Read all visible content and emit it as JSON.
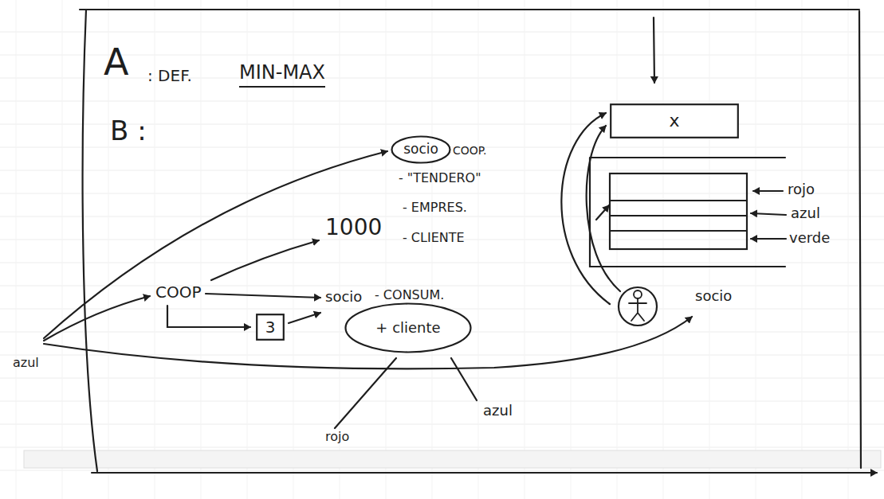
{
  "diagram": {
    "nodes": [
      {
        "text": [
          "socio"
        ]
      },
      {
        "text": [
          "x"
        ]
      },
      {
        "text": [
          "3"
        ]
      },
      {
        "text": [
          "+ cliente"
        ]
      }
    ],
    "labels": [
      "A",
      ": DEF.",
      "MIN-MAX",
      "B :",
      "COOP.",
      "- \"TENDERO\"",
      "- EMPRES.",
      "1000",
      "- CLIENTE",
      "COOP",
      "socio",
      "- CONSUM.",
      "azul",
      "azul",
      "rojo",
      "rojo",
      "azul",
      "verde",
      "socio"
    ]
  }
}
